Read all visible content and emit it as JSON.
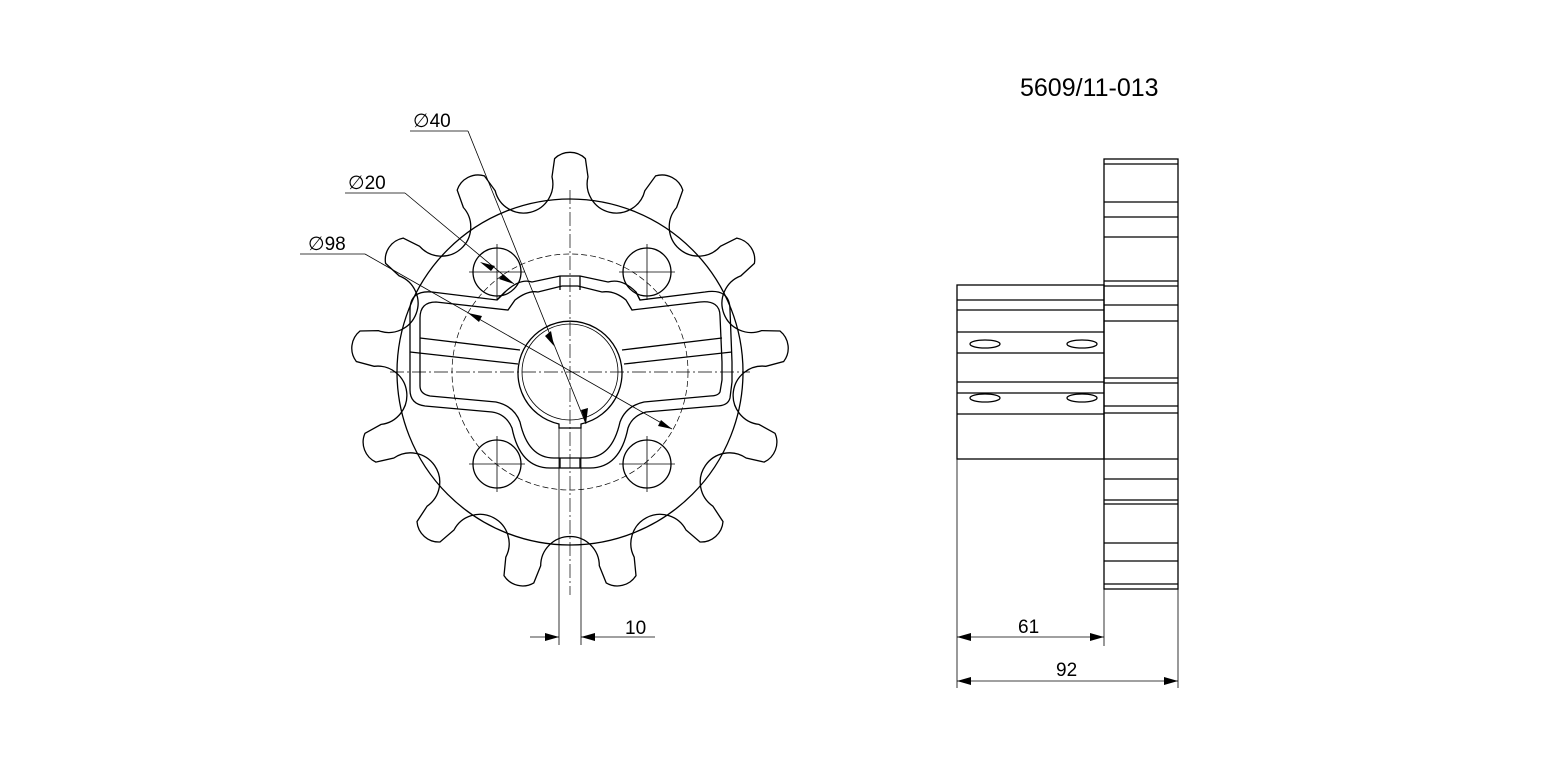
{
  "part_number": "5609/11-013",
  "front_view": {
    "dim_bore_diameter": "40",
    "dim_hole_diameter": "20",
    "dim_bolt_circle": "98",
    "diameter_symbol": "∅",
    "dim_key_width": "10"
  },
  "side_view": {
    "dim_hub_length": "61",
    "dim_total_length": "92"
  }
}
